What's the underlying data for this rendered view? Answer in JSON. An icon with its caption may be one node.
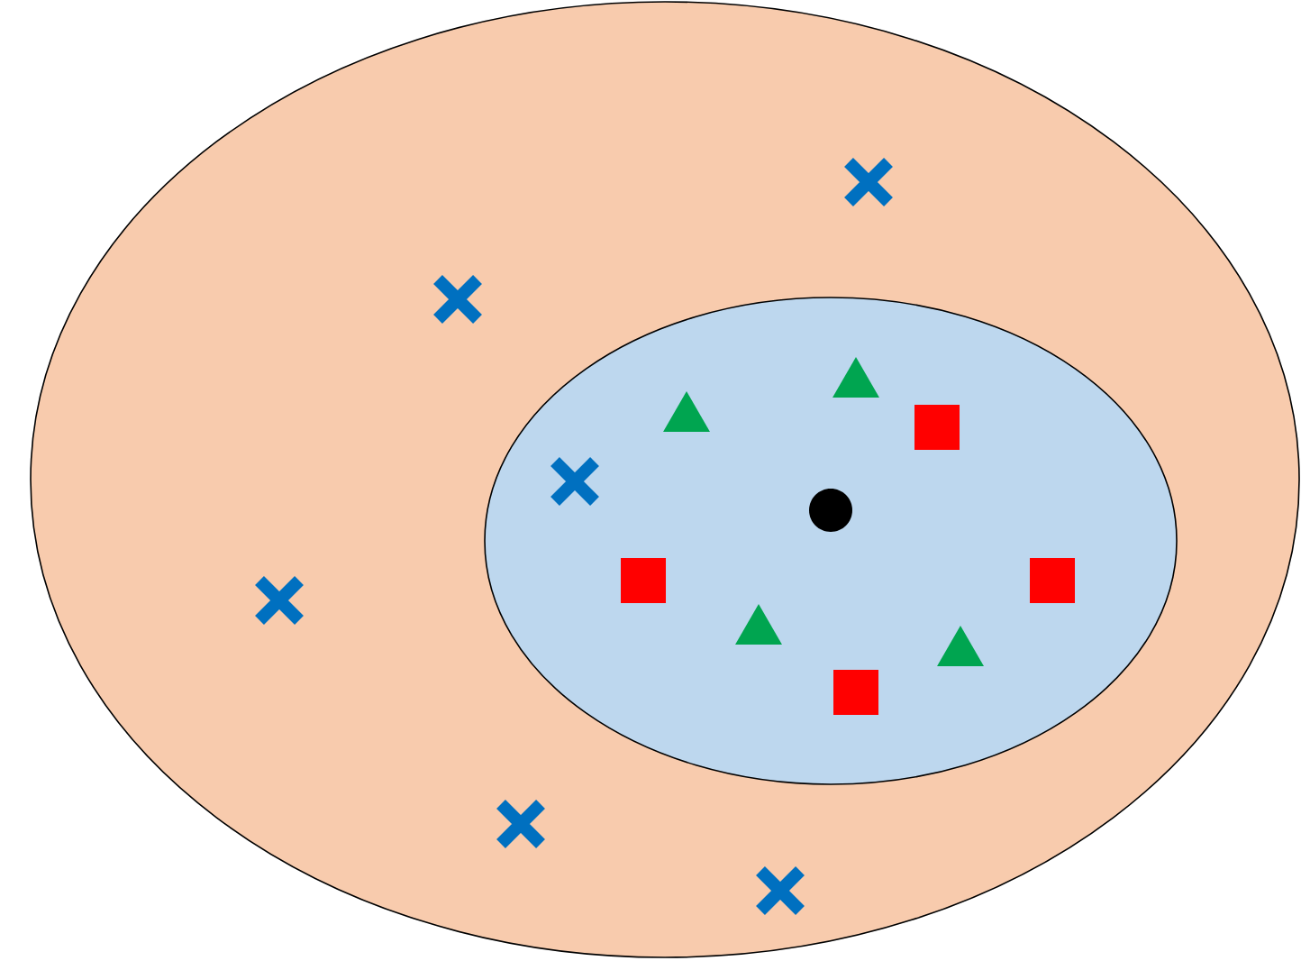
{
  "diagram": {
    "nodes": [
      {
        "text": [],
        "shape": "ellipse"
      },
      {
        "text": [],
        "shape": "ellipse",
        "in": 0
      },
      {
        "text": [],
        "shape": "cross",
        "in": 0
      },
      {
        "text": [],
        "shape": "cross",
        "in": 0
      },
      {
        "text": [],
        "shape": "triangle",
        "in": 1
      },
      {
        "text": [],
        "shape": "triangle",
        "in": 1
      },
      {
        "text": [],
        "shape": "square",
        "in": 1
      },
      {
        "text": [],
        "shape": "cross",
        "in": 1
      },
      {
        "text": [],
        "shape": "circle",
        "in": 1
      },
      {
        "text": [],
        "shape": "square",
        "in": 1
      },
      {
        "text": [],
        "shape": "square",
        "in": 1
      },
      {
        "text": [],
        "shape": "cross",
        "in": 0
      },
      {
        "text": [],
        "shape": "triangle",
        "in": 1
      },
      {
        "text": [],
        "shape": "triangle",
        "in": 1
      },
      {
        "text": [],
        "shape": "square",
        "in": 1
      },
      {
        "text": [],
        "shape": "cross",
        "in": 0
      },
      {
        "text": [],
        "shape": "cross",
        "in": 0
      }
    ]
  }
}
